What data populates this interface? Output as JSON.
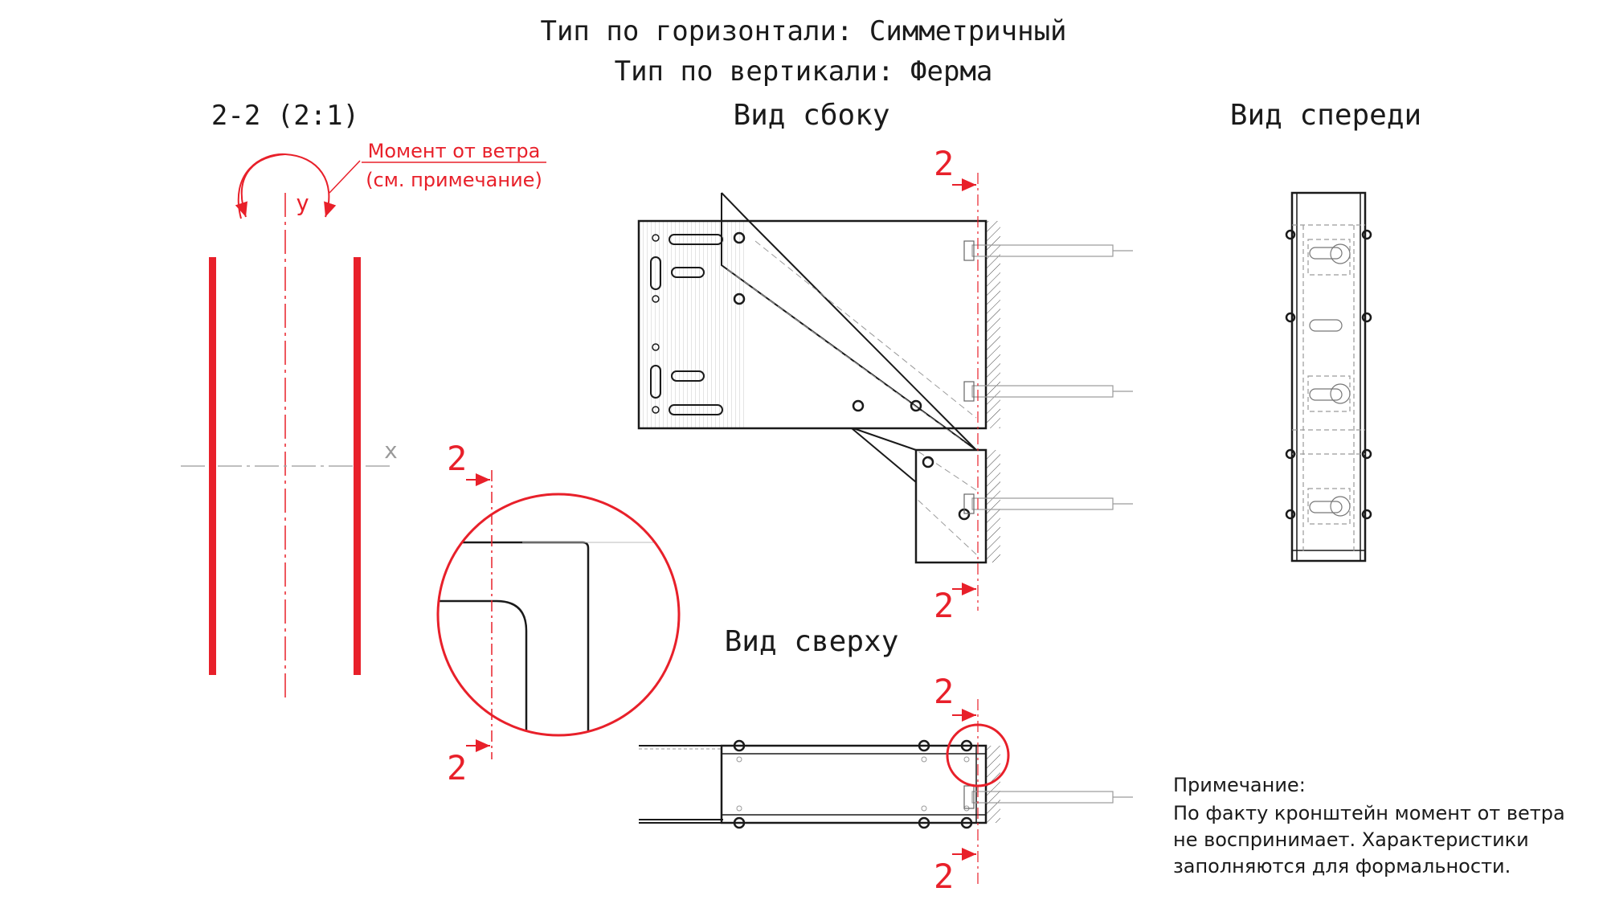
{
  "header": {
    "line1": "Тип по горизонтали: Симметричный",
    "line2": "Тип по вертикали: Ферма"
  },
  "section": {
    "title": "2-2 (2:1)",
    "moment_line1": "Момент от ветра",
    "moment_line2": "(см. примечание)",
    "axis_y": "y",
    "axis_x": "x"
  },
  "views": {
    "side": "Вид сбоку",
    "front": "Вид спереди",
    "top": "Вид сверху"
  },
  "section_marks": {
    "mark": "2"
  },
  "note": {
    "title": "Примечание:",
    "line1": "По факту кронштейн момент от ветра",
    "line2": "не воспринимает. Характеристики",
    "line3": "заполняются для формальности."
  },
  "colors": {
    "accent": "#e8202a",
    "line": "#1a1a1a",
    "thin": "#9a9a9a"
  }
}
